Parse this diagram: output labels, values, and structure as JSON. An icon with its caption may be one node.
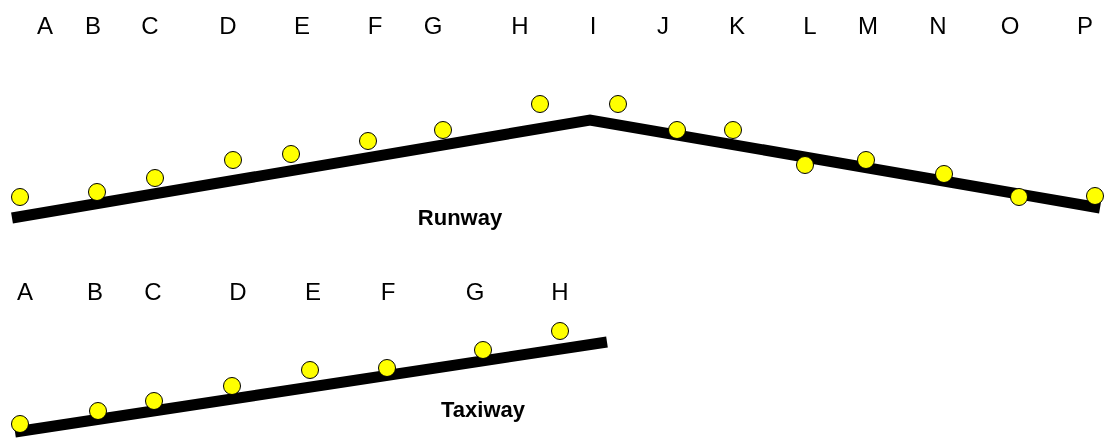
{
  "diagram": {
    "labels": [
      "A",
      "B",
      "C",
      "D",
      "E",
      "F",
      "G",
      "H",
      "I",
      "J",
      "K",
      "L",
      "M",
      "N",
      "O",
      "P",
      "Runway",
      "A",
      "B",
      "C",
      "D",
      "E",
      "F",
      "G",
      "H",
      "Taxiway"
    ]
  }
}
